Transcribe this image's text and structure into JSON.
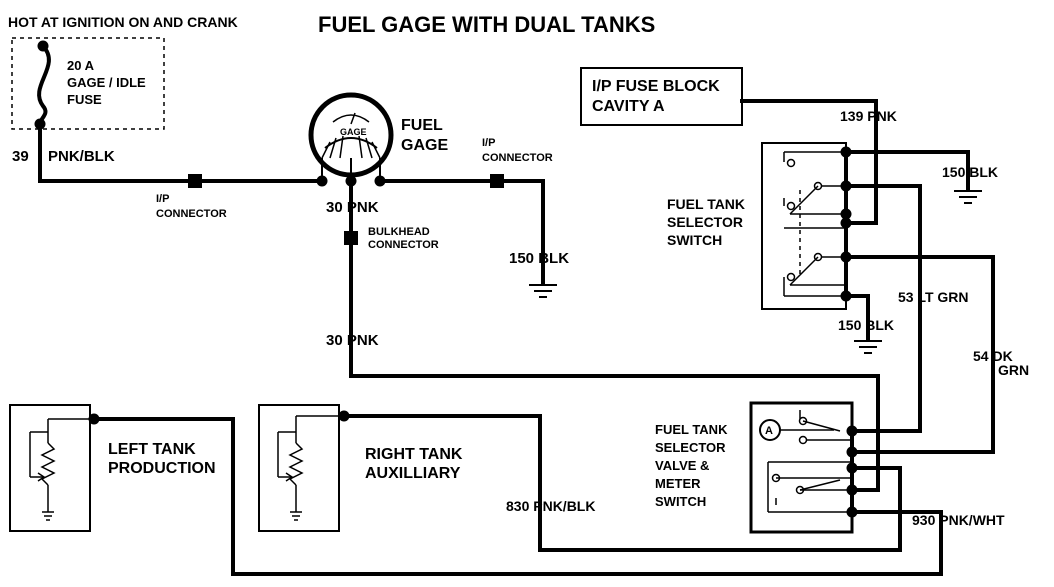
{
  "title": "FUEL GAGE WITH DUAL TANKS",
  "hot_label": "HOT AT IGNITION ON AND CRANK",
  "fuse": {
    "line1": "20 A",
    "line2": "GAGE / IDLE",
    "line3": "FUSE"
  },
  "wire_39": {
    "number": "39",
    "color": "PNK/BLK"
  },
  "ip_connector_left": {
    "line1": "I/P",
    "line2": "CONNECTOR"
  },
  "gage": {
    "face_label": "GAGE",
    "line1": "FUEL",
    "line2": "GAGE"
  },
  "ip_connector_right": {
    "line1": "I/P",
    "line2": "CONNECTOR"
  },
  "wire_30_top": "30 PNK",
  "bulkhead": {
    "line1": "BULKHEAD",
    "line2": "CONNECTOR"
  },
  "wire_150_center": "150 BLK",
  "wire_30_lower": "30 PNK",
  "fuse_block": {
    "line1": "I/P FUSE BLOCK",
    "line2": "CAVITY A"
  },
  "wire_139": "139 PNK",
  "wire_150_top_right": "150 BLK",
  "selector_switch": {
    "line1": "FUEL TANK",
    "line2": "SELECTOR",
    "line3": "SWITCH"
  },
  "wire_53": "53 LT GRN",
  "wire_150_switch": "150 BLK",
  "wire_54": {
    "line1": "54 DK",
    "line2": "GRN"
  },
  "left_tank": {
    "line1": "LEFT TANK",
    "line2": "PRODUCTION"
  },
  "right_tank": {
    "line1": "RIGHT TANK",
    "line2": "AUXILLIARY"
  },
  "valve": {
    "line1": "FUEL TANK",
    "line2": "SELECTOR",
    "line3": "VALVE &",
    "line4": "METER",
    "line5": "SWITCH",
    "meter_symbol": "A"
  },
  "wire_830": "830 PNK/BLK",
  "wire_930": "930 PNK/WHT"
}
